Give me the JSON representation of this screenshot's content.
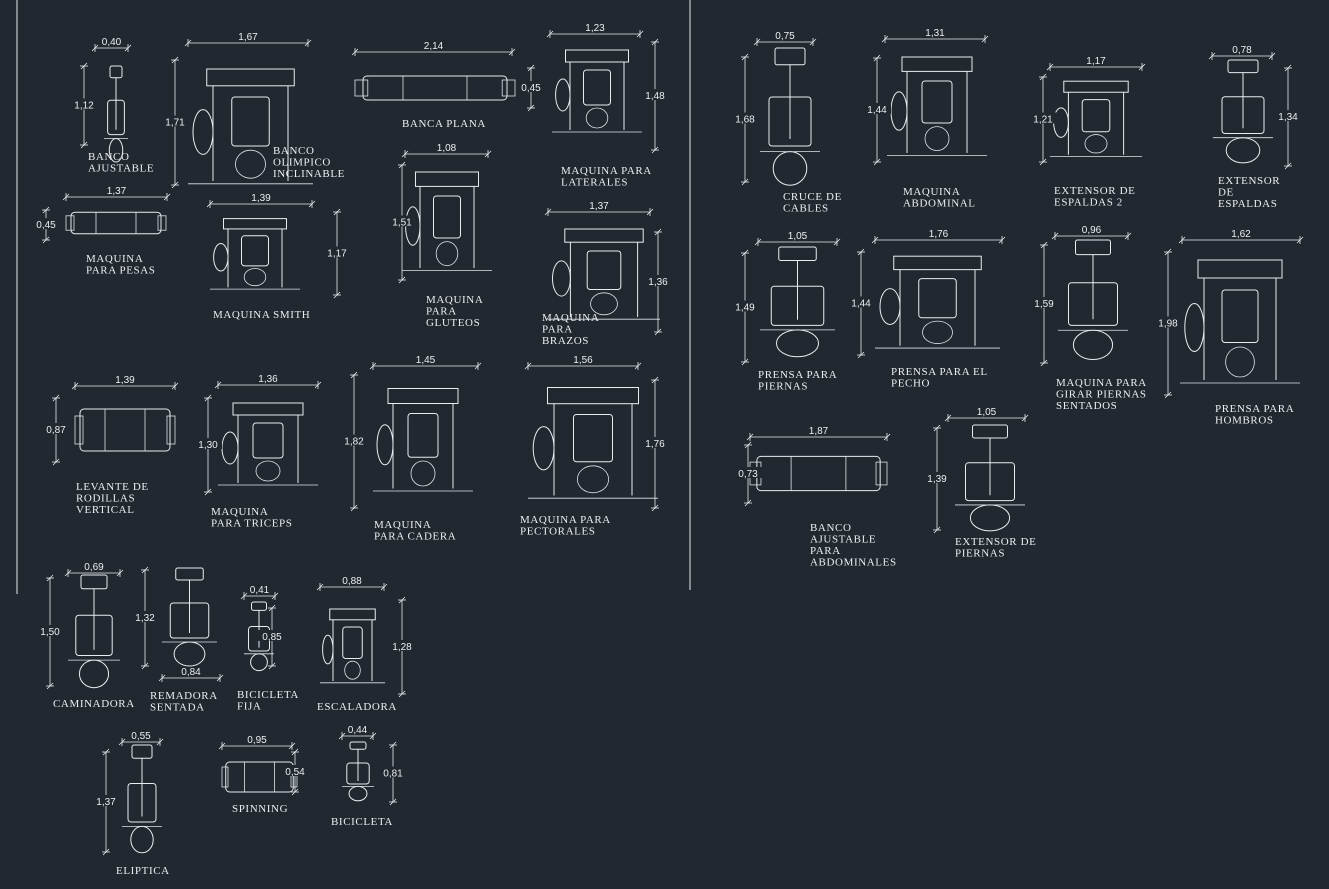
{
  "colors": {
    "background": "#212830",
    "lines": "#e9edf0"
  },
  "items": [
    {
      "label": [
        "BANCO",
        "AJUSTABLE"
      ],
      "dims": [
        "0,40",
        "1,12"
      ]
    },
    {
      "label": [
        "BANCO",
        "OLIMPICO",
        "INCLINABLE"
      ],
      "dims": [
        "1,67",
        "1,71"
      ]
    },
    {
      "label": [
        "BANCA PLANA"
      ],
      "dims": [
        "2,14",
        "0,45"
      ]
    },
    {
      "label": [
        "MAQUINA PARA",
        "LATERALES"
      ],
      "dims": [
        "1,23",
        "1,48"
      ]
    },
    {
      "label": [
        "MAQUINA",
        "PARA PESAS"
      ],
      "dims": [
        "1,37",
        "0,45"
      ]
    },
    {
      "label": [
        "MAQUINA SMITH"
      ],
      "dims": [
        "1,39",
        "1,17"
      ]
    },
    {
      "label": [
        "MAQUINA",
        "PARA",
        "GLUTEOS"
      ],
      "dims": [
        "1,08",
        "1,51"
      ]
    },
    {
      "label": [
        "MAQUINA",
        "PARA",
        "BRAZOS"
      ],
      "dims": [
        "1,37",
        "1,36"
      ]
    },
    {
      "label": [
        "LEVANTE DE",
        "RODILLAS",
        "VERTICAL"
      ],
      "dims": [
        "1,39",
        "0,87"
      ]
    },
    {
      "label": [
        "MAQUINA",
        "PARA TRICEPS"
      ],
      "dims": [
        "1,36",
        "1,30"
      ]
    },
    {
      "label": [
        "MAQUINA",
        "PARA CADERA"
      ],
      "dims": [
        "1,45",
        "1,82"
      ]
    },
    {
      "label": [
        "MAQUINA PARA",
        "PECTORALES"
      ],
      "dims": [
        "1,56",
        "1,76"
      ]
    },
    {
      "label": [
        "CAMINADORA"
      ],
      "dims": [
        "0,69",
        "1,50"
      ]
    },
    {
      "label": [
        "REMADORA",
        "SENTADA"
      ],
      "dims": [
        "0,84",
        "1,32"
      ]
    },
    {
      "label": [
        "BICICLETA",
        "FIJA"
      ],
      "dims": [
        "0,41",
        "0,85"
      ]
    },
    {
      "label": [
        "ESCALADORA"
      ],
      "dims": [
        "0,88",
        "1,28"
      ]
    },
    {
      "label": [
        "ELIPTICA"
      ],
      "dims": [
        "0,55",
        "1,37"
      ]
    },
    {
      "label": [
        "SPINNING"
      ],
      "dims": [
        "0,95",
        "0,54"
      ]
    },
    {
      "label": [
        "BICICLETA"
      ],
      "dims": [
        "0,44",
        "0,81"
      ]
    },
    {
      "label": [
        "CRUCE DE",
        "CABLES"
      ],
      "dims": [
        "0,75",
        "1,68"
      ]
    },
    {
      "label": [
        "MAQUINA",
        "ABDOMINAL"
      ],
      "dims": [
        "1,31",
        "1,44"
      ]
    },
    {
      "label": [
        "EXTENSOR DE",
        "ESPALDAS 2"
      ],
      "dims": [
        "1,17",
        "1,21"
      ]
    },
    {
      "label": [
        "EXTENSOR",
        "DE",
        "ESPALDAS"
      ],
      "dims": [
        "0,78",
        "1,34"
      ]
    },
    {
      "label": [
        "PRENSA PARA",
        "PIERNAS"
      ],
      "dims": [
        "1,05",
        "1,49"
      ]
    },
    {
      "label": [
        "PRENSA PARA EL",
        "PECHO"
      ],
      "dims": [
        "1,76",
        "1,44"
      ]
    },
    {
      "label": [
        "MAQUINA PARA",
        "GIRAR PIERNAS",
        "SENTADOS"
      ],
      "dims": [
        "0,96",
        "1,59"
      ]
    },
    {
      "label": [
        "PRENSA PARA",
        "HOMBROS"
      ],
      "dims": [
        "1,62",
        "1,98"
      ]
    },
    {
      "label": [
        "BANCO",
        "AJUSTABLE",
        "PARA",
        "ABDOMINALES"
      ],
      "dims": [
        "1,87",
        "0,73"
      ]
    },
    {
      "label": [
        "EXTENSOR DE",
        "PIERNAS"
      ],
      "dims": [
        "1,05",
        "1,39"
      ]
    }
  ]
}
